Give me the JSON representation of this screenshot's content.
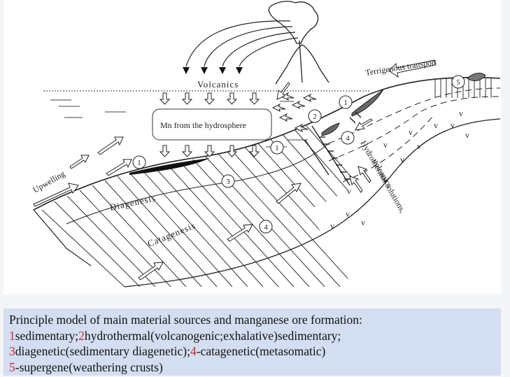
{
  "diagram": {
    "labels": {
      "volcanics": "Volcanics",
      "mn_hydrosphere": "Mn from the hydrosphere",
      "terrigenous": "Terrigenous transport",
      "upwelling": "Upwelling",
      "diagenesis": "Diagenesis",
      "catagenesis": "Catagenesis",
      "hydrothermal_line1": "Hydrothermal solutions,",
      "hydrothermal_line2": "volcanics"
    },
    "markers": [
      "1",
      "1",
      "1",
      "2",
      "3",
      "4",
      "4",
      "5"
    ]
  },
  "caption": {
    "heading": "Principle model of main material sources and manganese ore formation:",
    "items": [
      {
        "num": "1",
        "text": "sedimentary;"
      },
      {
        "num": "2",
        "text": "hydrothermal(volcanogenic;exhalative)sedimentary;"
      },
      {
        "num": "3",
        "text": "diagenetic(sedimentary diagenetic);"
      },
      {
        "num": "4",
        "text": "-catagenetic(metasomatic)"
      },
      {
        "num": "5",
        "text": "-supergene(weathering crusts)"
      }
    ],
    "colors": {
      "number": "#d6262b",
      "background": "#d3def1"
    }
  }
}
